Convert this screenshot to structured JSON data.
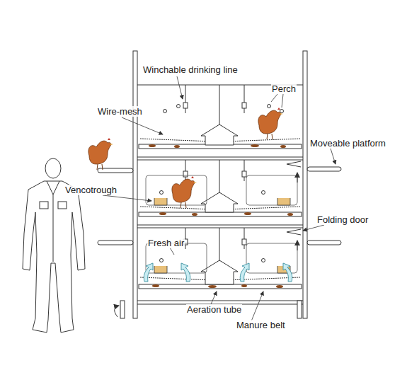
{
  "diagram": {
    "labels": [
      "Winchable drinking line",
      "Perch",
      "Wire-mesh",
      "Moveable platform",
      "Vencotrough",
      "Folding door",
      "Fresh air",
      "Aeration tube",
      "Manure belt"
    ]
  }
}
